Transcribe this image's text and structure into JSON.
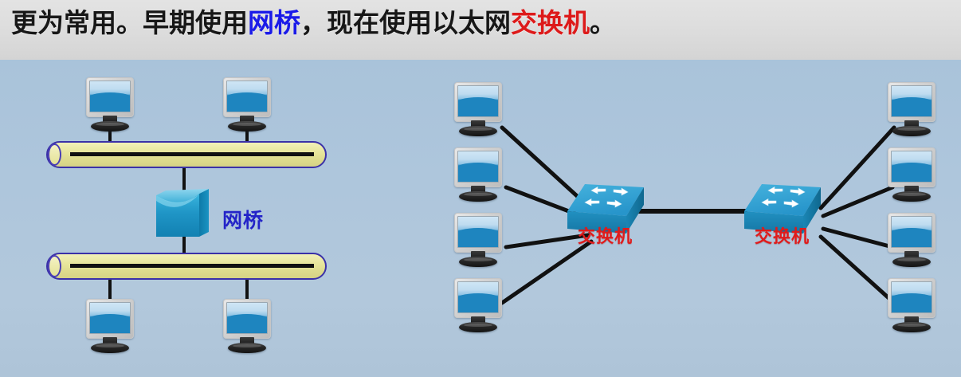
{
  "header": {
    "segments": [
      {
        "text": "更为常用。早期使用",
        "color": "#171717"
      },
      {
        "text": "网桥",
        "color": "#1a1ae8"
      },
      {
        "text": "，现在使用以太网",
        "color": "#171717"
      },
      {
        "text": "交换机",
        "color": "#dd1a1a"
      },
      {
        "text": "。",
        "color": "#171717"
      }
    ],
    "full_text": "更为常用。早期使用网桥，现在使用以太网交换机。"
  },
  "colors": {
    "header_background": "#dcdcdc",
    "canvas_background": "#aec6dc",
    "highlight_blue": "#1a1ae8",
    "highlight_red": "#dd1a1a",
    "label_bridge_blue": "#2323c8",
    "label_switch_red": "#e01b1b",
    "bus_yellow": "#e5e39a",
    "bus_outline": "#3b31a8",
    "switch_top": "#2e9fd0",
    "switch_front": "#1d8cbd",
    "switch_side": "#1878a8",
    "bridge_blue": "#1f95c6",
    "link_black": "#111111",
    "monitor_screen_blue": "#1e85bf",
    "monitor_bezel": "#d2d2d2"
  },
  "left_diagram": {
    "name": "bridge-topology",
    "bridge_label": "网桥",
    "buses": [
      {
        "id": "bus-top",
        "label": ""
      },
      {
        "id": "bus-bottom",
        "label": ""
      }
    ],
    "computers": [
      {
        "id": "pc-top-left"
      },
      {
        "id": "pc-top-right"
      },
      {
        "id": "pc-bottom-left"
      },
      {
        "id": "pc-bottom-right"
      }
    ],
    "device_count": 1,
    "computer_count": 4
  },
  "right_diagram": {
    "name": "switch-topology",
    "switches": [
      {
        "id": "switch-left",
        "label": "交换机",
        "computer_count": 4
      },
      {
        "id": "switch-right",
        "label": "交换机",
        "computer_count": 4
      }
    ],
    "trunk_link": {
      "id": "switch-to-switch-link"
    },
    "computer_count": 8
  }
}
